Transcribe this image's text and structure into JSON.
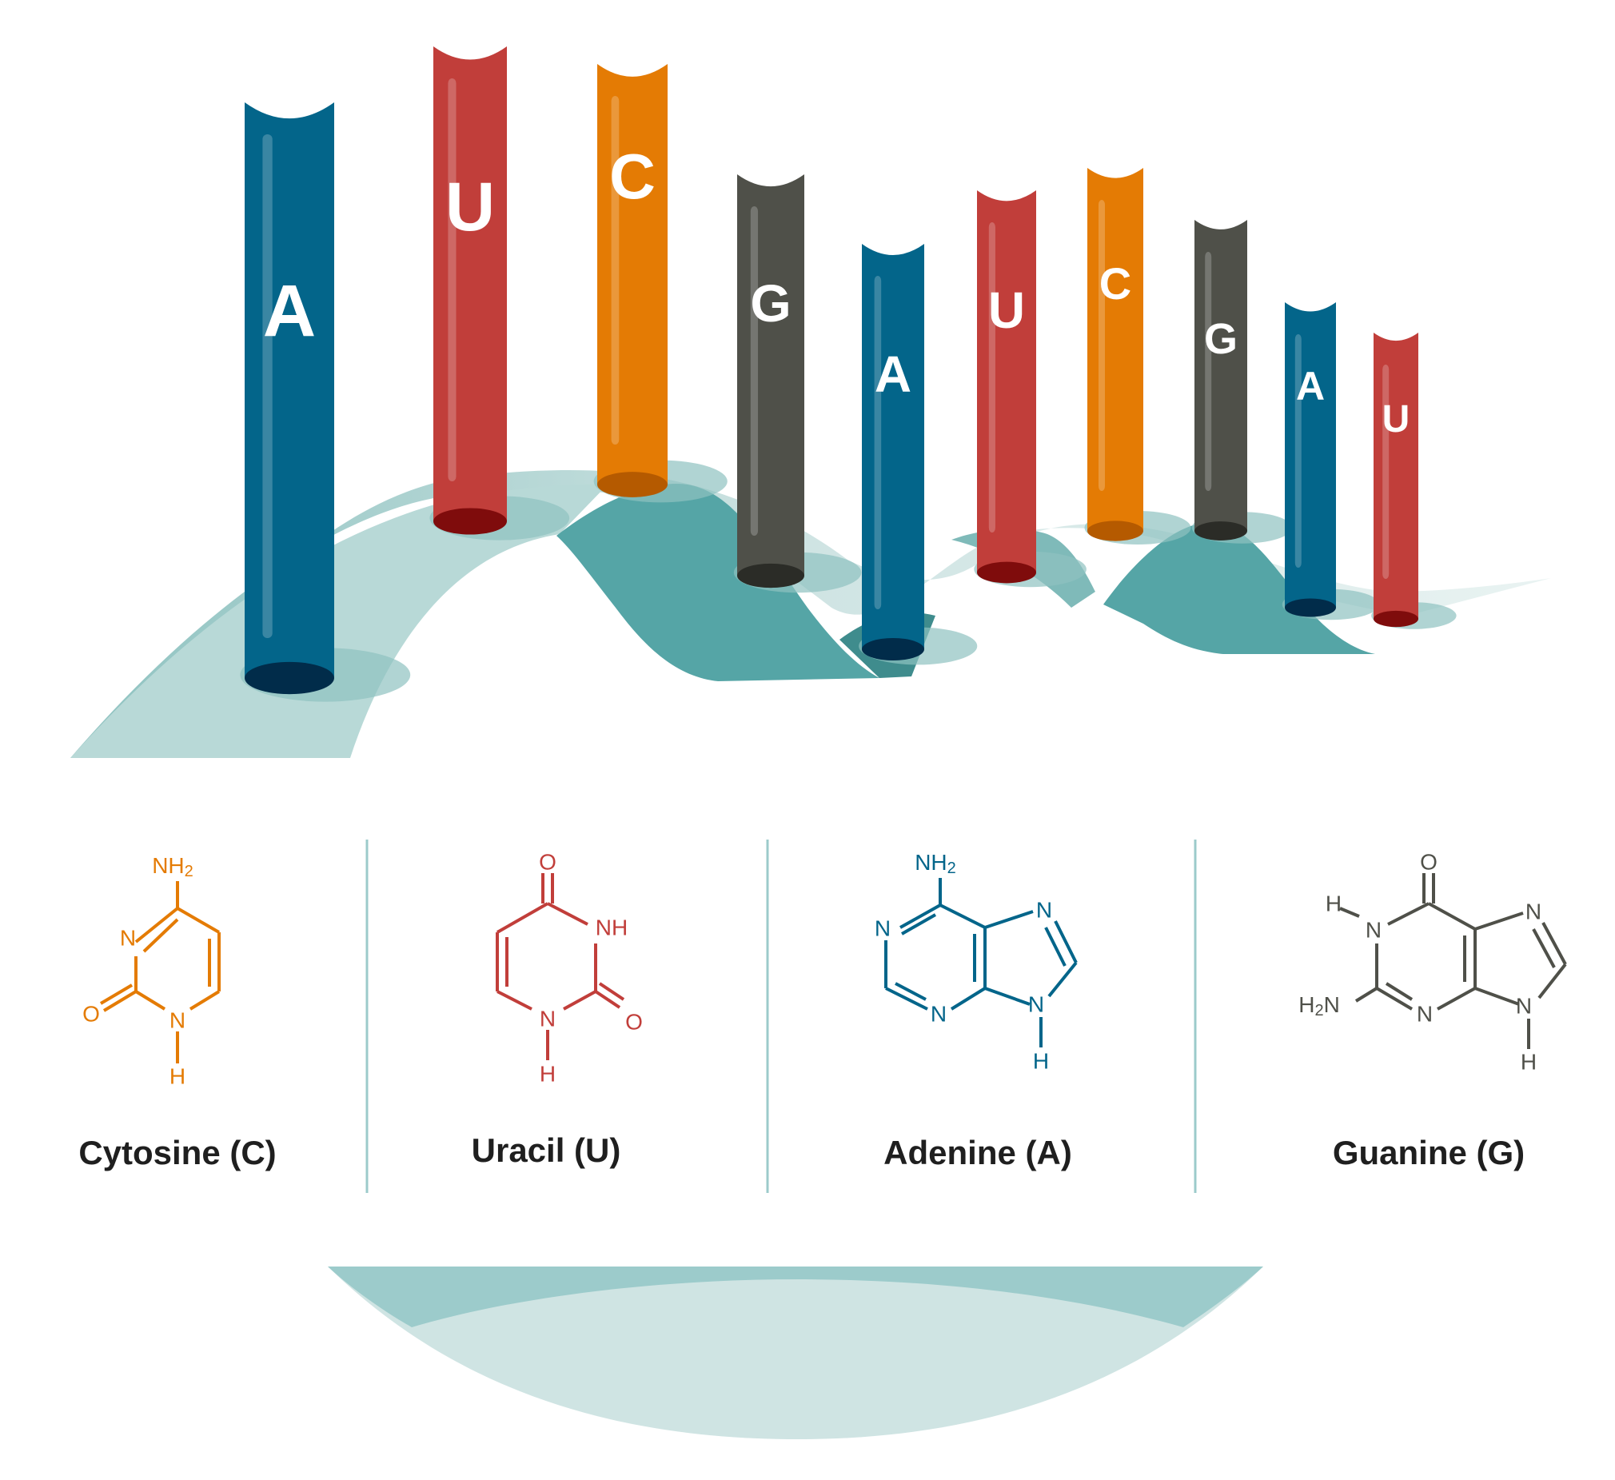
{
  "colors": {
    "A": "#03658a",
    "U": "#c13e3a",
    "C": "#e47b04",
    "G": "#4f5049",
    "ribbon_light": "#cfe4e3",
    "ribbon_dark": "#55a5a6",
    "divider": "#9ccbcb"
  },
  "strand": [
    "A",
    "U",
    "C",
    "G",
    "A",
    "U",
    "C",
    "G",
    "A",
    "U"
  ],
  "molecules": {
    "cytosine": {
      "caption": "Cytosine (C)",
      "atoms": {
        "nh2": "NH",
        "nh2_sub": "2",
        "n1": "N",
        "n3": "N",
        "o": "O",
        "h": "H"
      }
    },
    "uracil": {
      "caption": "Uracil (U)",
      "atoms": {
        "o_top": "O",
        "nh": "NH",
        "n": "N",
        "o_right": "O",
        "h": "H"
      }
    },
    "adenine": {
      "caption": "Adenine (A)",
      "atoms": {
        "nh2": "NH",
        "nh2_sub": "2",
        "n_left": "N",
        "n_bottom": "N",
        "n_top_right": "N",
        "n_bottom_right": "N",
        "h": "H"
      }
    },
    "guanine": {
      "caption": "Guanine (G)",
      "atoms": {
        "o": "O",
        "h_left": "H",
        "n_left": "N",
        "h2n": "H",
        "h2n_sub": "2",
        "h2n_n": "N",
        "n_bottom": "N",
        "n_top_right": "N",
        "n_bottom_right": "N",
        "h_bottom": "H"
      }
    }
  }
}
